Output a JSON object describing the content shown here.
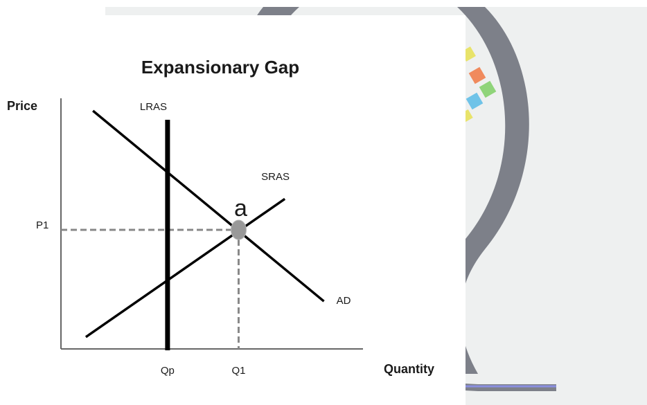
{
  "chart_data": {
    "type": "line",
    "title": "Expansionary Gap",
    "ylabel": "Price",
    "xlabel": "Quantity",
    "x_ticks": [
      {
        "label": "Qp",
        "x": 3
      },
      {
        "label": "Q1",
        "x": 5
      }
    ],
    "y_ticks": [
      {
        "label": "P1",
        "y": 5
      }
    ],
    "xlim": [
      0,
      8.5
    ],
    "ylim": [
      0,
      10
    ],
    "series": [
      {
        "name": "LRAS",
        "points": [
          [
            3,
            0
          ],
          [
            3,
            10
          ]
        ],
        "style": "thick"
      },
      {
        "name": "AD",
        "points": [
          [
            0.9,
            10
          ],
          [
            7.4,
            2
          ]
        ]
      },
      {
        "name": "SRAS",
        "points": [
          [
            0.7,
            0.5
          ],
          [
            6.3,
            6.3
          ]
        ]
      }
    ],
    "equilibrium": {
      "label": "a",
      "x": 5,
      "y": 5
    },
    "reference_lines": [
      {
        "from": [
          0,
          5
        ],
        "to": [
          5,
          5
        ],
        "style": "dashed"
      },
      {
        "from": [
          5,
          5
        ],
        "to": [
          5,
          0
        ],
        "style": "dashed"
      }
    ],
    "grid": false,
    "colors": {
      "lines": "#000000",
      "axes": "#666666",
      "dashes": "#888888",
      "point": "#999999",
      "background_arc": "#7d8089"
    }
  }
}
